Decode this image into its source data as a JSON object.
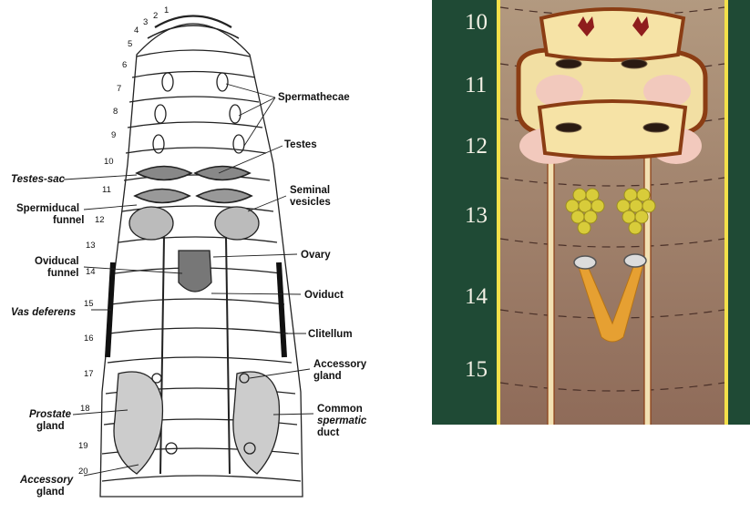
{
  "left_diagram": {
    "labels": {
      "spermathecae": "Spermathecae",
      "testes": "Testes",
      "testes_sac": "Testes-sac",
      "spermiducal_funnel_1": "Spermiducal",
      "spermiducal_funnel_2": "funnel",
      "seminal_vesicles_1": "Seminal",
      "seminal_vesicles_2": "vesicles",
      "ovary": "Ovary",
      "oviducal_funnel_1": "Oviducal",
      "oviducal_funnel_2": "funnel",
      "oviduct": "Oviduct",
      "vas_deferens": "Vas deferens",
      "clitellum": "Clitellum",
      "accessory_gland_r1": "Accessory",
      "accessory_gland_r2": "gland",
      "prostate_gland_1": "Prostate",
      "prostate_gland_2": "gland",
      "common_spermatic_duct_1": "Common",
      "common_spermatic_duct_2": "spermatic",
      "common_spermatic_duct_3": "duct",
      "accessory_gland_l1": "Accessory",
      "accessory_gland_l2": "gland"
    },
    "segment_numbers": [
      "1",
      "2",
      "3",
      "4",
      "5",
      "6",
      "7",
      "8",
      "9",
      "10",
      "11",
      "12",
      "13",
      "14",
      "15",
      "16",
      "17",
      "18",
      "19",
      "20"
    ]
  },
  "right_diagram": {
    "segment_numbers": [
      "10",
      "11",
      "12",
      "13",
      "14",
      "15"
    ],
    "colors": {
      "background": "#1f4a35",
      "body": "#a9896f",
      "body_border": "#f3e04a",
      "organ_outline": "#8b3d14",
      "seminal_vesicle": "#f6e3a6",
      "testes_red": "#8f1d1d",
      "ovary_yellow": "#d8cc3a",
      "oviduct_orange": "#e6a032"
    }
  }
}
